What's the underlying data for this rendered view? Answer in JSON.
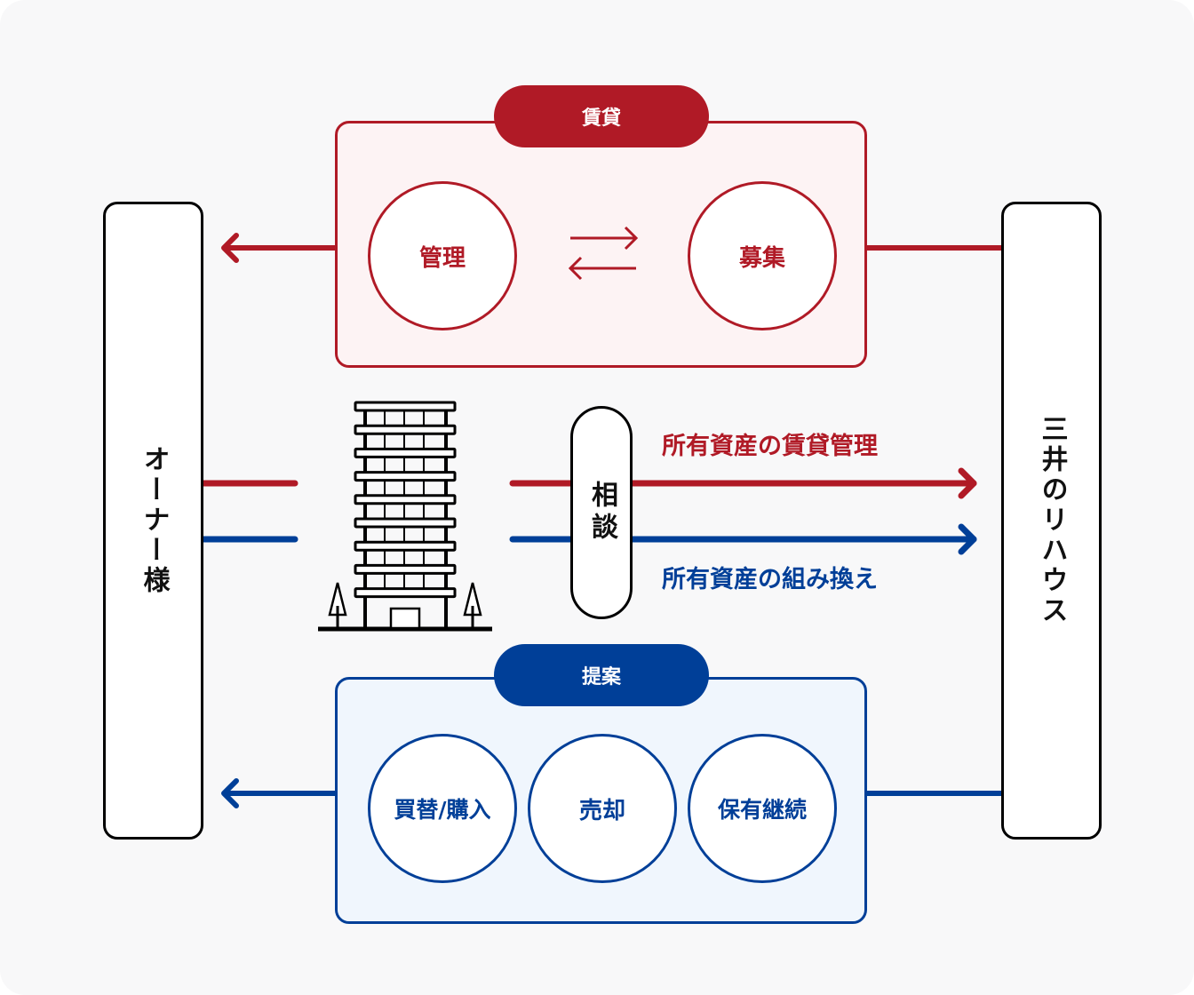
{
  "colors": {
    "red": "#b01a26",
    "blue": "#003f98",
    "red_bg": "#fdf3f4",
    "blue_bg": "#f0f6fd",
    "black": "#000000"
  },
  "owner": {
    "label": "オーナー様"
  },
  "company": {
    "label": "三井のリハウス"
  },
  "consultation": {
    "label": "相談"
  },
  "rental": {
    "title": "賃貸",
    "items": [
      "管理",
      "募集"
    ],
    "exchange_icon": "bidirectional-arrows-icon"
  },
  "proposal": {
    "title": "提案",
    "items": [
      "買替/購入",
      "売却",
      "保有継続"
    ]
  },
  "flows": {
    "rental_management": "所有資産の賃貸管理",
    "asset_restructure": "所有資産の組み換え"
  },
  "building_icon": "apartment-building-icon"
}
